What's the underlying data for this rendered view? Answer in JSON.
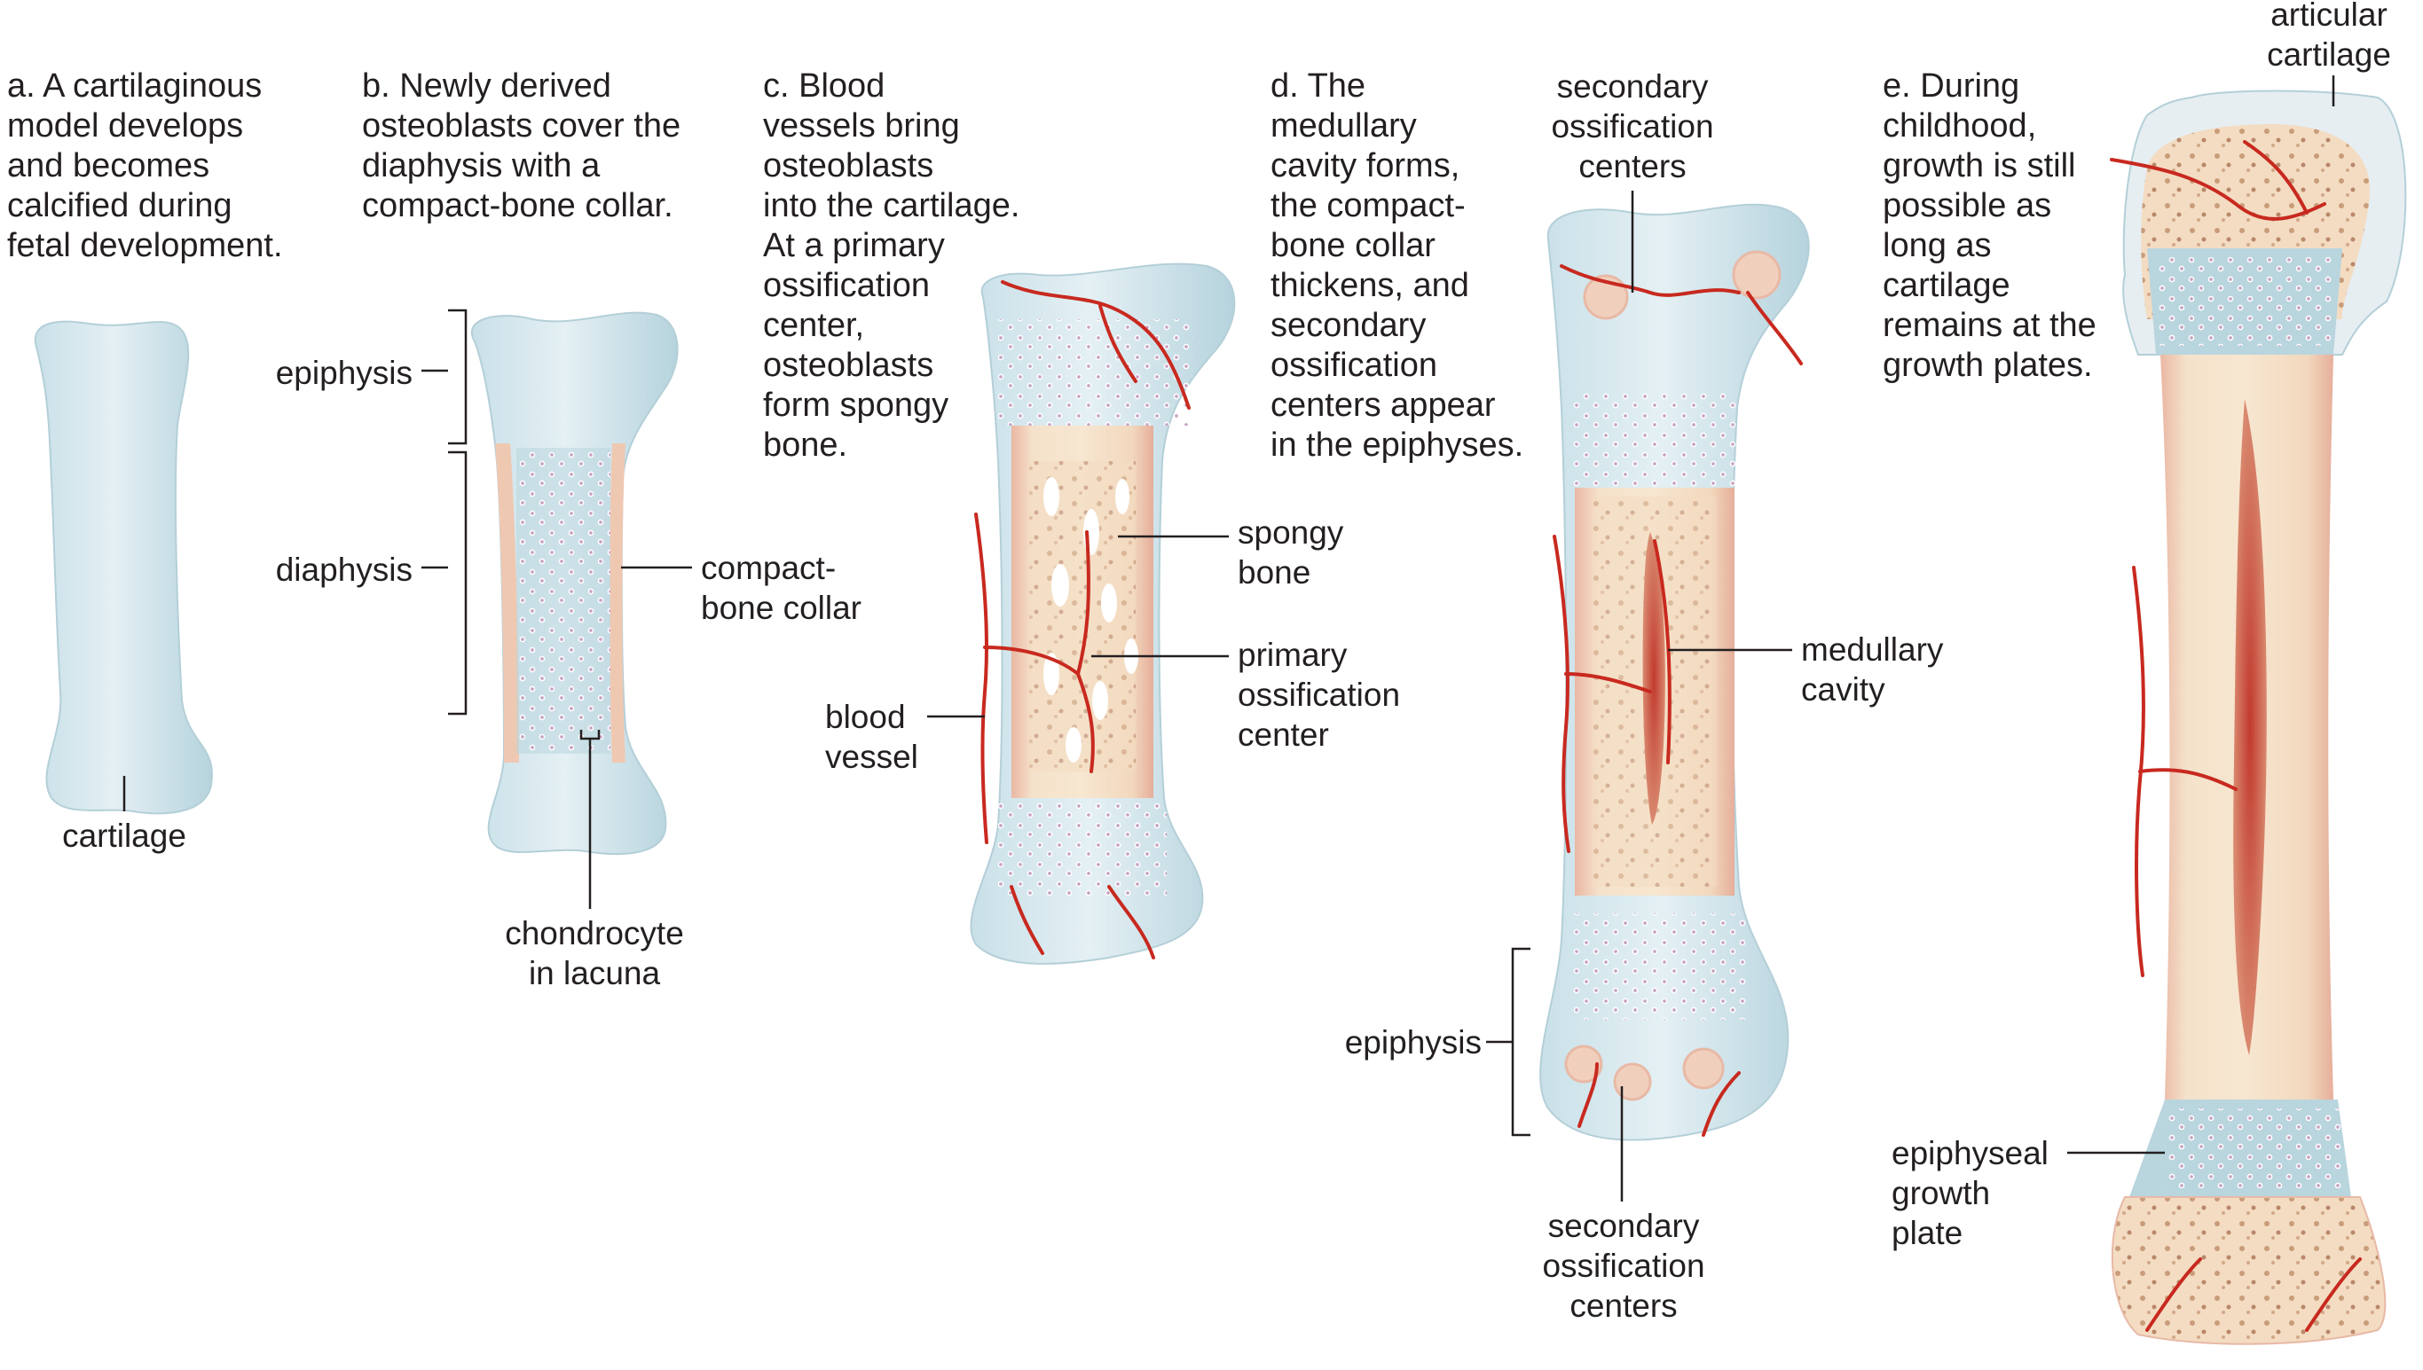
{
  "colors": {
    "cartilage": "#d7e8ee",
    "cartilage_dark": "#a9c9d3",
    "bone": "#f2dcc0",
    "bone_edge": "#e8b9a6",
    "vessel": "#c8291f",
    "cavity": "#b8352a",
    "line": "#231f20"
  },
  "stages": {
    "a": {
      "caption": [
        "a. A cartilaginous",
        "model develops",
        "and becomes",
        "calcified during",
        "fetal development."
      ],
      "labels": {
        "cartilage": "cartilage"
      }
    },
    "b": {
      "caption": [
        "b. Newly derived",
        "osteoblasts cover the",
        "diaphysis with a",
        "compact-bone collar."
      ],
      "labels": {
        "epiphysis": "epiphysis",
        "diaphysis": "diaphysis",
        "compact_bone_collar": [
          "compact-",
          "bone collar"
        ],
        "chondrocyte": [
          "chondrocyte",
          "in lacuna"
        ]
      }
    },
    "c": {
      "caption": [
        "c. Blood",
        "vessels bring",
        "osteoblasts",
        "into the cartilage.",
        "At a primary",
        "ossification",
        "center,",
        "osteoblasts",
        "form spongy",
        "bone."
      ],
      "labels": {
        "spongy_bone": [
          "spongy",
          "bone"
        ],
        "primary_ossification_center": [
          "primary",
          "ossification",
          "center"
        ],
        "blood_vessel": [
          "blood",
          "vessel"
        ]
      }
    },
    "d": {
      "caption": [
        "d. The",
        "medullary",
        "cavity forms,",
        "the compact-",
        "bone collar",
        "thickens, and",
        "secondary",
        "ossification",
        "centers appear",
        "in the epiphyses."
      ],
      "labels": {
        "secondary_ossification_centers_top": [
          "secondary",
          "ossification",
          "centers"
        ],
        "medullary_cavity": [
          "medullary",
          "cavity"
        ],
        "epiphysis": "epiphysis",
        "secondary_ossification_centers_bottom": [
          "secondary",
          "ossification",
          "centers"
        ]
      }
    },
    "e": {
      "caption": [
        "e. During",
        "childhood,",
        "growth is still",
        "possible as",
        "long as",
        "cartilage",
        "remains at the",
        "growth plates."
      ],
      "labels": {
        "articular_cartilage": [
          "articular",
          "cartilage"
        ],
        "epiphyseal_growth_plate": [
          "epiphyseal",
          "growth",
          "plate"
        ]
      }
    }
  }
}
